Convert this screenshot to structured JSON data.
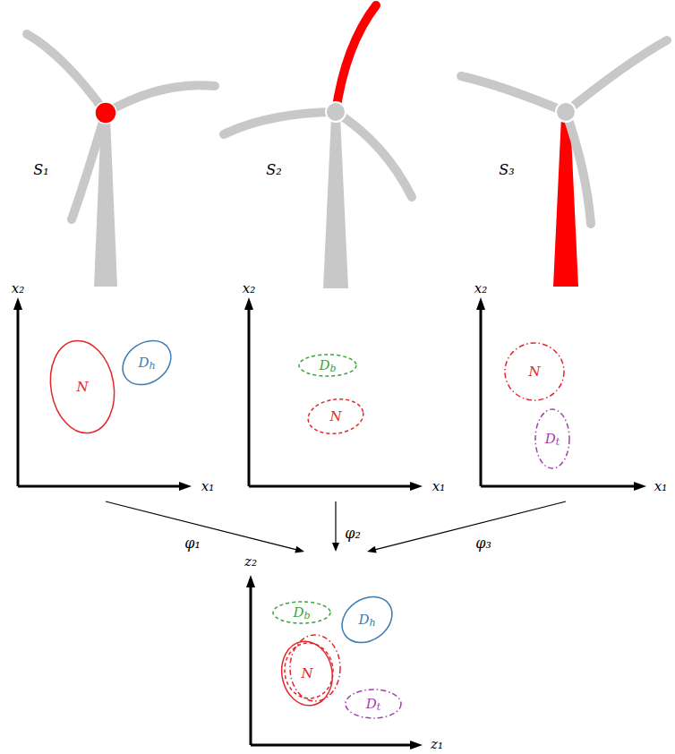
{
  "diagram": {
    "nodes": [
      {
        "text": [
          "x₂",
          "x₁"
        ]
      },
      {
        "text": [
          "N"
        ],
        "in": 0
      },
      {
        "text": [
          "D",
          "h"
        ],
        "in": 0
      },
      {
        "text": [
          "x₂",
          "x₁"
        ]
      },
      {
        "text": [
          "D",
          "b"
        ],
        "in": 3
      },
      {
        "text": [
          "N"
        ],
        "in": 3
      },
      {
        "text": [
          "x₂",
          "x₁"
        ]
      },
      {
        "text": [
          "N"
        ],
        "in": 6
      },
      {
        "text": [
          "D",
          "t"
        ],
        "in": 6
      },
      {
        "text": [
          "z₂",
          "z₁"
        ]
      },
      {
        "text": [
          "D",
          "b"
        ],
        "in": 9
      },
      {
        "text": [
          "D",
          "h"
        ],
        "in": 9
      },
      {
        "text": [
          "N"
        ],
        "in": 9
      },
      {
        "text": [
          "D",
          "t"
        ],
        "in": 9
      }
    ],
    "edges": [
      {
        "from": 0,
        "to": 9,
        "label": "φ₁",
        "arrow": "to"
      },
      {
        "from": 3,
        "to": 9,
        "label": "φ₂",
        "arrow": "to"
      },
      {
        "from": 6,
        "to": 9,
        "label": "φ₃",
        "arrow": "to"
      }
    ],
    "labels": [
      "S₁",
      "S₂",
      "S₃"
    ]
  }
}
